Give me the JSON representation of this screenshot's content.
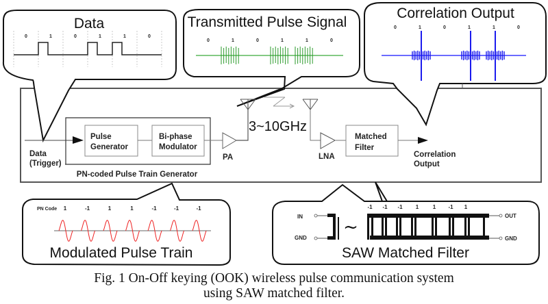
{
  "figure": {
    "caption_line1": "Fig. 1 On-Off keying (OOK) wireless pulse communication system",
    "caption_line2": "using SAW matched filter."
  },
  "callouts": {
    "data": {
      "title": "Data",
      "bits": [
        "0",
        "1",
        "0",
        "1",
        "1",
        "0"
      ]
    },
    "transmitted": {
      "title": "Transmitted Pulse Signal",
      "bits": [
        "0",
        "1",
        "0",
        "1",
        "1",
        "0"
      ],
      "color": "#2a9a2a"
    },
    "correlation": {
      "title": "Correlation Output",
      "bits": [
        "0",
        "1",
        "0",
        "1",
        "1",
        "0"
      ],
      "color": "#1a1aee"
    },
    "modulated": {
      "title": "Modulated Pulse Train",
      "pn_label": "PN Code",
      "pn_code": [
        "1",
        "-1",
        "1",
        "1",
        "-1",
        "-1",
        "-1"
      ],
      "color": "#ee2222"
    },
    "saw": {
      "title": "SAW Matched Filter",
      "code": [
        "-1",
        "-1",
        "-1",
        "1",
        "1",
        "-1",
        "1"
      ],
      "in_label": "IN",
      "gnd_left_label": "GND",
      "out_label": "OUT",
      "gnd_right_label": "GND",
      "wave_symbol": "~"
    }
  },
  "blocks": {
    "input_label_line1": "Data",
    "input_label_line2": "(Trigger)",
    "pulse_generator_line1": "Pulse",
    "pulse_generator_line2": "Generator",
    "biphase_line1": "Bi-phase",
    "biphase_line2": "Modulator",
    "pn_generator_label": "PN-coded Pulse Train Generator",
    "pa_label": "PA",
    "lna_label": "LNA",
    "frequency_label": "3~10GHz",
    "matched_filter_line1": "Matched",
    "matched_filter_line2": "Filter",
    "output_label_line1": "Correlation",
    "output_label_line2": "Output"
  }
}
